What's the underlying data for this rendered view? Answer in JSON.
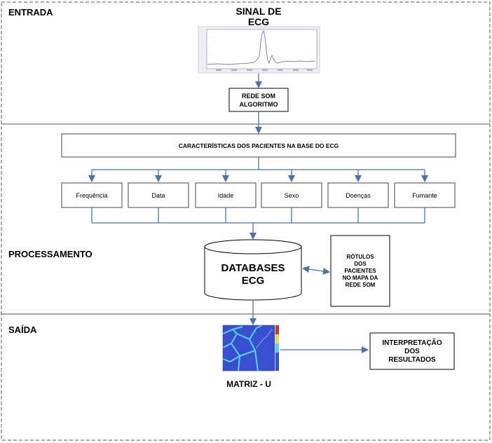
{
  "sections": {
    "entrada": "ENTRADA",
    "processamento": "PROCESSAMENTO",
    "saida": "SAÍDA"
  },
  "ecg_signal": {
    "title_line1": "SINAL DE",
    "title_line2": "ECG"
  },
  "som_algorithm": {
    "line1": "REDE SOM",
    "line2": "ALGORITMO"
  },
  "characteristics_box": "CARACTERÍSTICAS DOS PACIENTES NA BASE DO ECG",
  "features": [
    "Frequência",
    "Data",
    "Idade",
    "Sexo",
    "Doenças",
    "Fumante"
  ],
  "database": {
    "line1": "DATABASES",
    "line2": "ECG"
  },
  "labels_box": [
    "RÓTULOS",
    "DOS",
    "PACIENTES",
    "NO MAPA DA",
    "REDE SOM"
  ],
  "umatrix_label": "MATRIZ - U",
  "interpretation_box": [
    "INTERPRETAÇÃO",
    "DOS",
    "RESULTADOS"
  ],
  "colors": {
    "arrow": "#4a72b0",
    "dashed_border": "#555555",
    "box_border": "#000000"
  }
}
